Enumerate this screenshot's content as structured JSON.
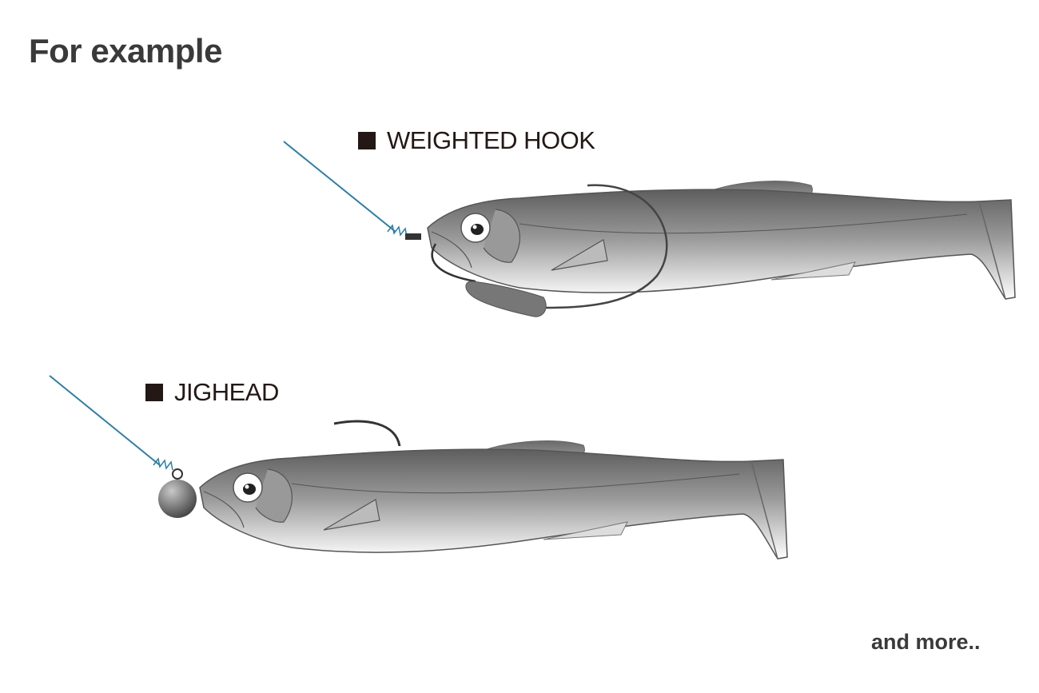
{
  "title": "For example",
  "rigs": [
    {
      "label": "WEIGHTED HOOK"
    },
    {
      "label": "JIGHEAD"
    }
  ],
  "footer": "and more..",
  "colors": {
    "line": "#2e7ea6",
    "text": "#231815"
  }
}
